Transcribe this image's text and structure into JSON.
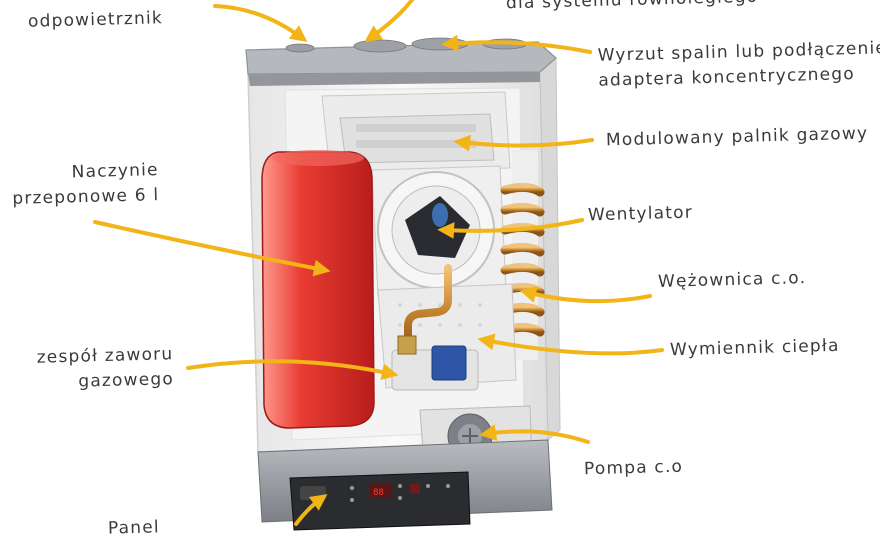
{
  "labels": {
    "air_vent": {
      "line1": "odpowietrznik"
    },
    "parallel_system": {
      "line1": "dla systemu równoległego"
    },
    "flue_outlet": {
      "line1": "Wyrzut spalin lub podłączenie",
      "line2": "adaptera koncentrycznego"
    },
    "burner": {
      "line1": "Modulowany palnik gazowy"
    },
    "expansion_vessel": {
      "line1": "Naczynie",
      "line2": "przeponowe 6 l"
    },
    "fan": {
      "line1": "Wentylator"
    },
    "coil": {
      "line1": "Wężownica c.o."
    },
    "heat_exchanger": {
      "line1": "Wymiennik ciepła"
    },
    "gas_valve": {
      "line1": "zespół zaworu",
      "line2": "gazowego"
    },
    "pump": {
      "line1": "Pompa c.o"
    },
    "panel": {
      "line1": "Panel"
    }
  },
  "colors": {
    "arrow": "#f2b416",
    "vessel": "#d62a26",
    "casing": "#f1f1f1",
    "top_cover": "#a9acb1",
    "bottom_panel": "#8d9096",
    "copper": "#c98a3e",
    "text": "#3a3a3a"
  }
}
